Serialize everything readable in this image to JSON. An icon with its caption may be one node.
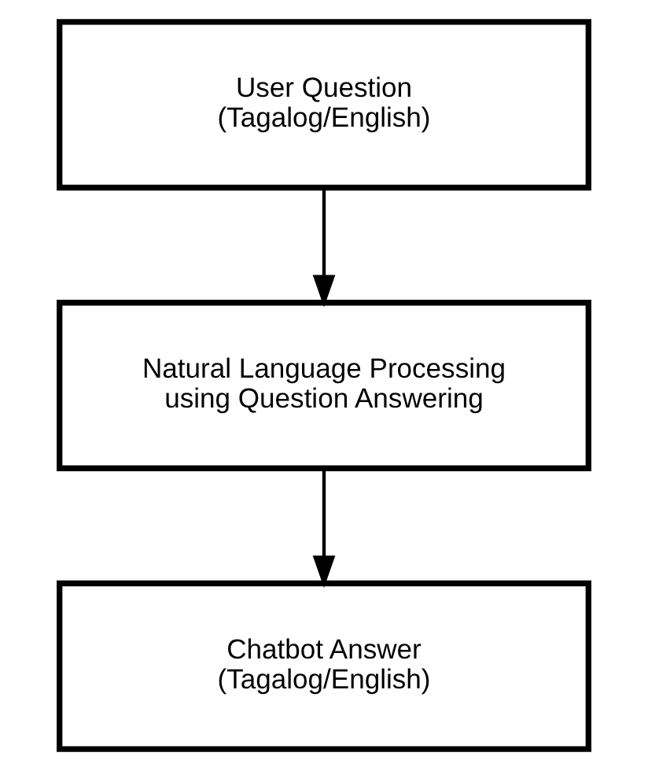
{
  "diagram": {
    "nodes": [
      {
        "text": [
          "User Question (Tagalog/English)"
        ]
      },
      {
        "text": [
          "Natural Language Processing using Question Answering"
        ]
      },
      {
        "text": [
          "Chatbot Answer (Tagalog/English)"
        ]
      }
    ],
    "edges": [
      {
        "from": 0,
        "to": 1,
        "arrow": "to"
      },
      {
        "from": 1,
        "to": 2,
        "arrow": "to"
      }
    ]
  }
}
